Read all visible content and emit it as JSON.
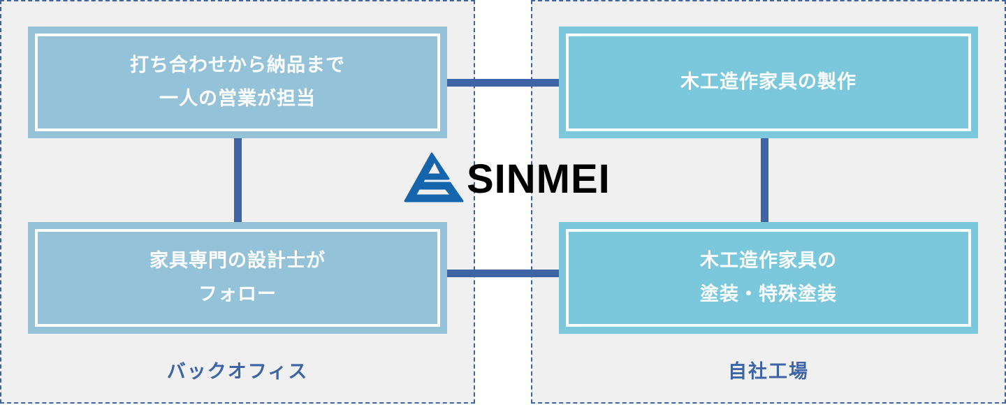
{
  "left_panel": {
    "label": "バックオフィス",
    "boxes": [
      {
        "text": "打ち合わせから納品まで\n一人の営業が担当"
      },
      {
        "text": "家具専門の設計士が\nフォロー"
      }
    ]
  },
  "right_panel": {
    "label": "自社工場",
    "boxes": [
      {
        "text": "木工造作家具の製作"
      },
      {
        "text": "木工造作家具の\n塗装・特殊塗装"
      }
    ]
  },
  "logo": {
    "text": "SINMEI",
    "color": "#1565ad"
  },
  "colors": {
    "accent": "#3d64a5",
    "left_box": "#94c3d9",
    "right_box": "#7bc8dc",
    "panel": "#f0f0f0"
  }
}
